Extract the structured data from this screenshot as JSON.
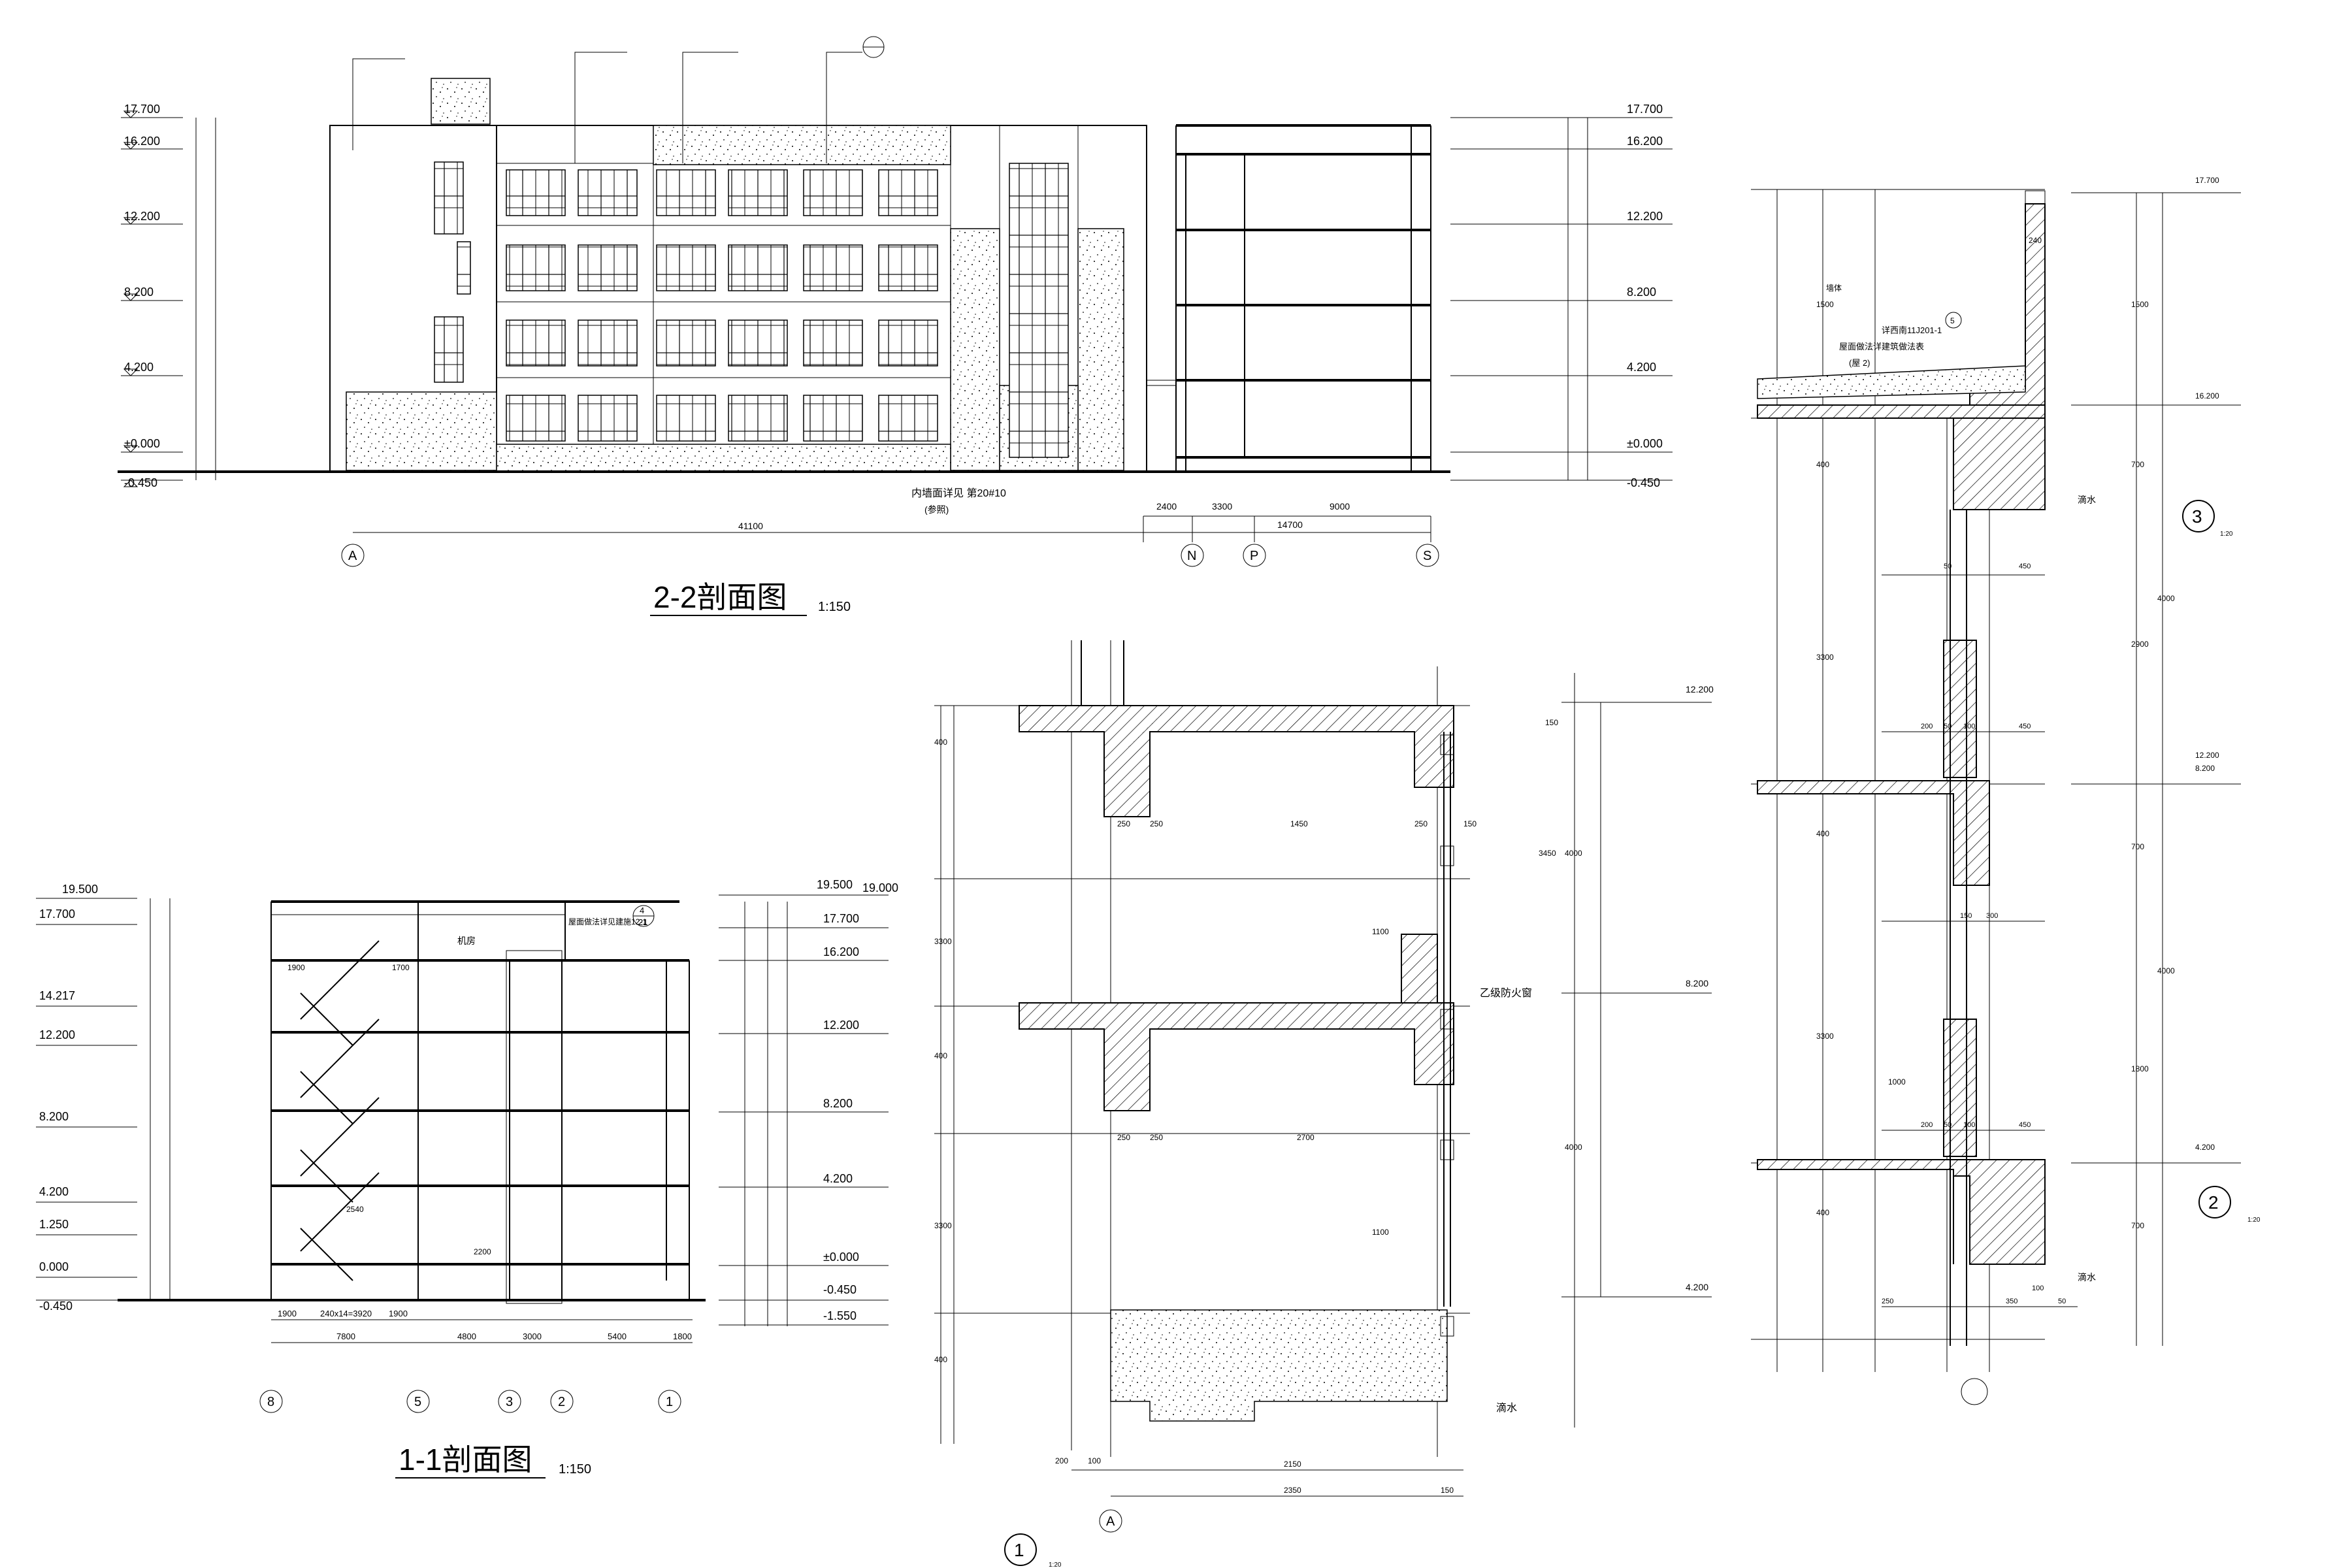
{
  "section_2_2": {
    "title": "2-2剖面图",
    "scale": "1:150",
    "elevations_left": [
      "17.700",
      "16.200",
      "12.200",
      "8.200",
      "4.200",
      "±0.000",
      "-0.450"
    ],
    "elevations_right": [
      "17.700",
      "16.200",
      "12.200",
      "8.200",
      "4.200",
      "±0.000",
      "-0.450"
    ],
    "bottom_dims": [
      "41100",
      "2400",
      "3300",
      "9000",
      "14700"
    ],
    "axes": [
      "A",
      "N",
      "P",
      "S"
    ],
    "note_bottom": "内墙面详见 第20#10",
    "note_bottom_sub": "(参照)"
  },
  "section_1_1": {
    "title": "1-1剖面图",
    "scale": "1:150",
    "elevations_left": [
      "19.500",
      "17.700",
      "14.217",
      "12.200",
      "8.200",
      "4.200",
      "1.250",
      "0.000",
      "-0.450"
    ],
    "elevations_right": [
      "19.500",
      "19.000",
      "17.700",
      "16.200",
      "12.200",
      "8.200",
      "4.200",
      "±0.000",
      "-0.450",
      "-1.550"
    ],
    "bottom_dims": [
      "1900",
      "240x14=3920",
      "1900",
      "7800",
      "4800",
      "3000",
      "5400",
      "1800"
    ],
    "stair_dims": [
      "1900",
      "2540",
      "1700"
    ],
    "door_height": "2200",
    "axes": [
      "8",
      "5",
      "3",
      "2",
      "1"
    ],
    "ref_mark": "4",
    "ref_sheet": "21",
    "ref_note": "屋面做法详见建施12-1",
    "top_label": "机房"
  },
  "detail_1": {
    "label": "1",
    "scale": "1:20",
    "axis": "A",
    "elevations": [
      "12.200",
      "8.200",
      "4.200"
    ],
    "dims_left": [
      "400",
      "3300",
      "400",
      "3300",
      "400"
    ],
    "dims_right": [
      "3450",
      "4000",
      "4000",
      "150"
    ],
    "horiz_dims": [
      "250",
      "250",
      "1450",
      "250",
      "150",
      "250",
      "250",
      "2700",
      "2150",
      "2350",
      "200",
      "100",
      "150"
    ],
    "window_heights": [
      "1100",
      "1100"
    ],
    "note_fire": "乙级防火窗",
    "note_drip": "滴水"
  },
  "detail_3": {
    "label": "3",
    "scale": "1:20",
    "elevations": [
      "17.700",
      "16.200",
      "12.200",
      "8.200",
      "4.200"
    ],
    "dims_right": [
      "1500",
      "700",
      "2900",
      "700",
      "1800",
      "700",
      "4000",
      "4000"
    ],
    "dims_left": [
      "1500",
      "400",
      "3300",
      "400",
      "3300",
      "400"
    ],
    "horiz_dims": [
      "50",
      "450",
      "200",
      "50",
      "100",
      "450",
      "150",
      "300",
      "200",
      "50",
      "100",
      "450",
      "250",
      "350",
      "100",
      "50"
    ],
    "note_roof": "屋面做法详建筑做法表",
    "note_ref": "详西南11J201-1",
    "note_wall": "墙体",
    "note_drip": "滴水",
    "note_floor": "(屋 2)",
    "ref_mark": "5",
    "ref_dims": [
      "240"
    ],
    "window_height": "1000"
  },
  "detail_2": {
    "label": "2",
    "scale": "1:20"
  },
  "chart_data": {
    "type": "diagram",
    "title": "",
    "drawings": [
      "2-2剖面图",
      "1-1剖面图",
      "1",
      "2",
      "3"
    ]
  }
}
